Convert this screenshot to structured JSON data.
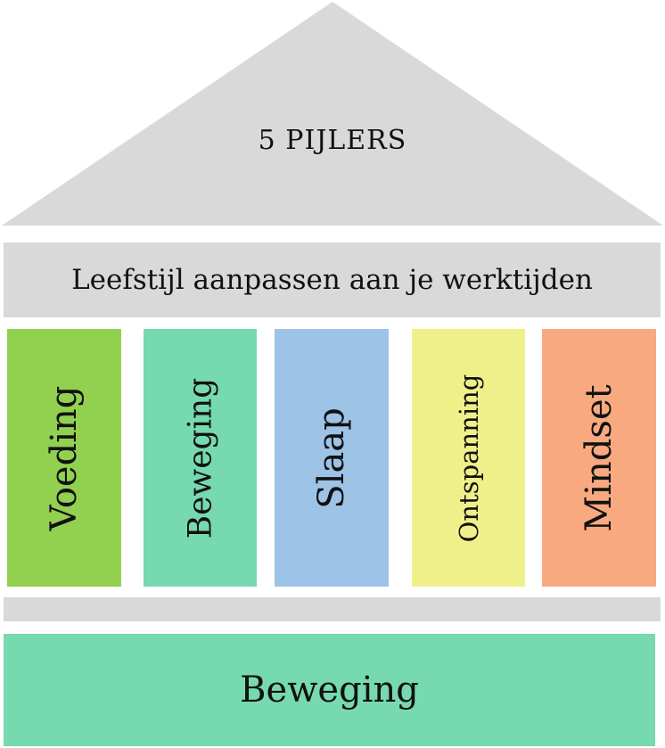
{
  "roof": {
    "label": "5 PIJLERS",
    "color": "#d9d9d9"
  },
  "beam": {
    "label": "Leefstijl aanpassen aan je werktijden",
    "color": "#d9d9d9"
  },
  "pillars": [
    {
      "label": "Voeding",
      "color": "#92d050"
    },
    {
      "label": "Beweging",
      "color": "#76d9b0"
    },
    {
      "label": "Slaap",
      "color": "#9dc3e6"
    },
    {
      "label": "Ontspanning",
      "color": "#f0f08a"
    },
    {
      "label": "Mindset",
      "color": "#f8a980"
    }
  ],
  "foundation": {
    "label": "Beweging",
    "color": "#76d9b0"
  }
}
